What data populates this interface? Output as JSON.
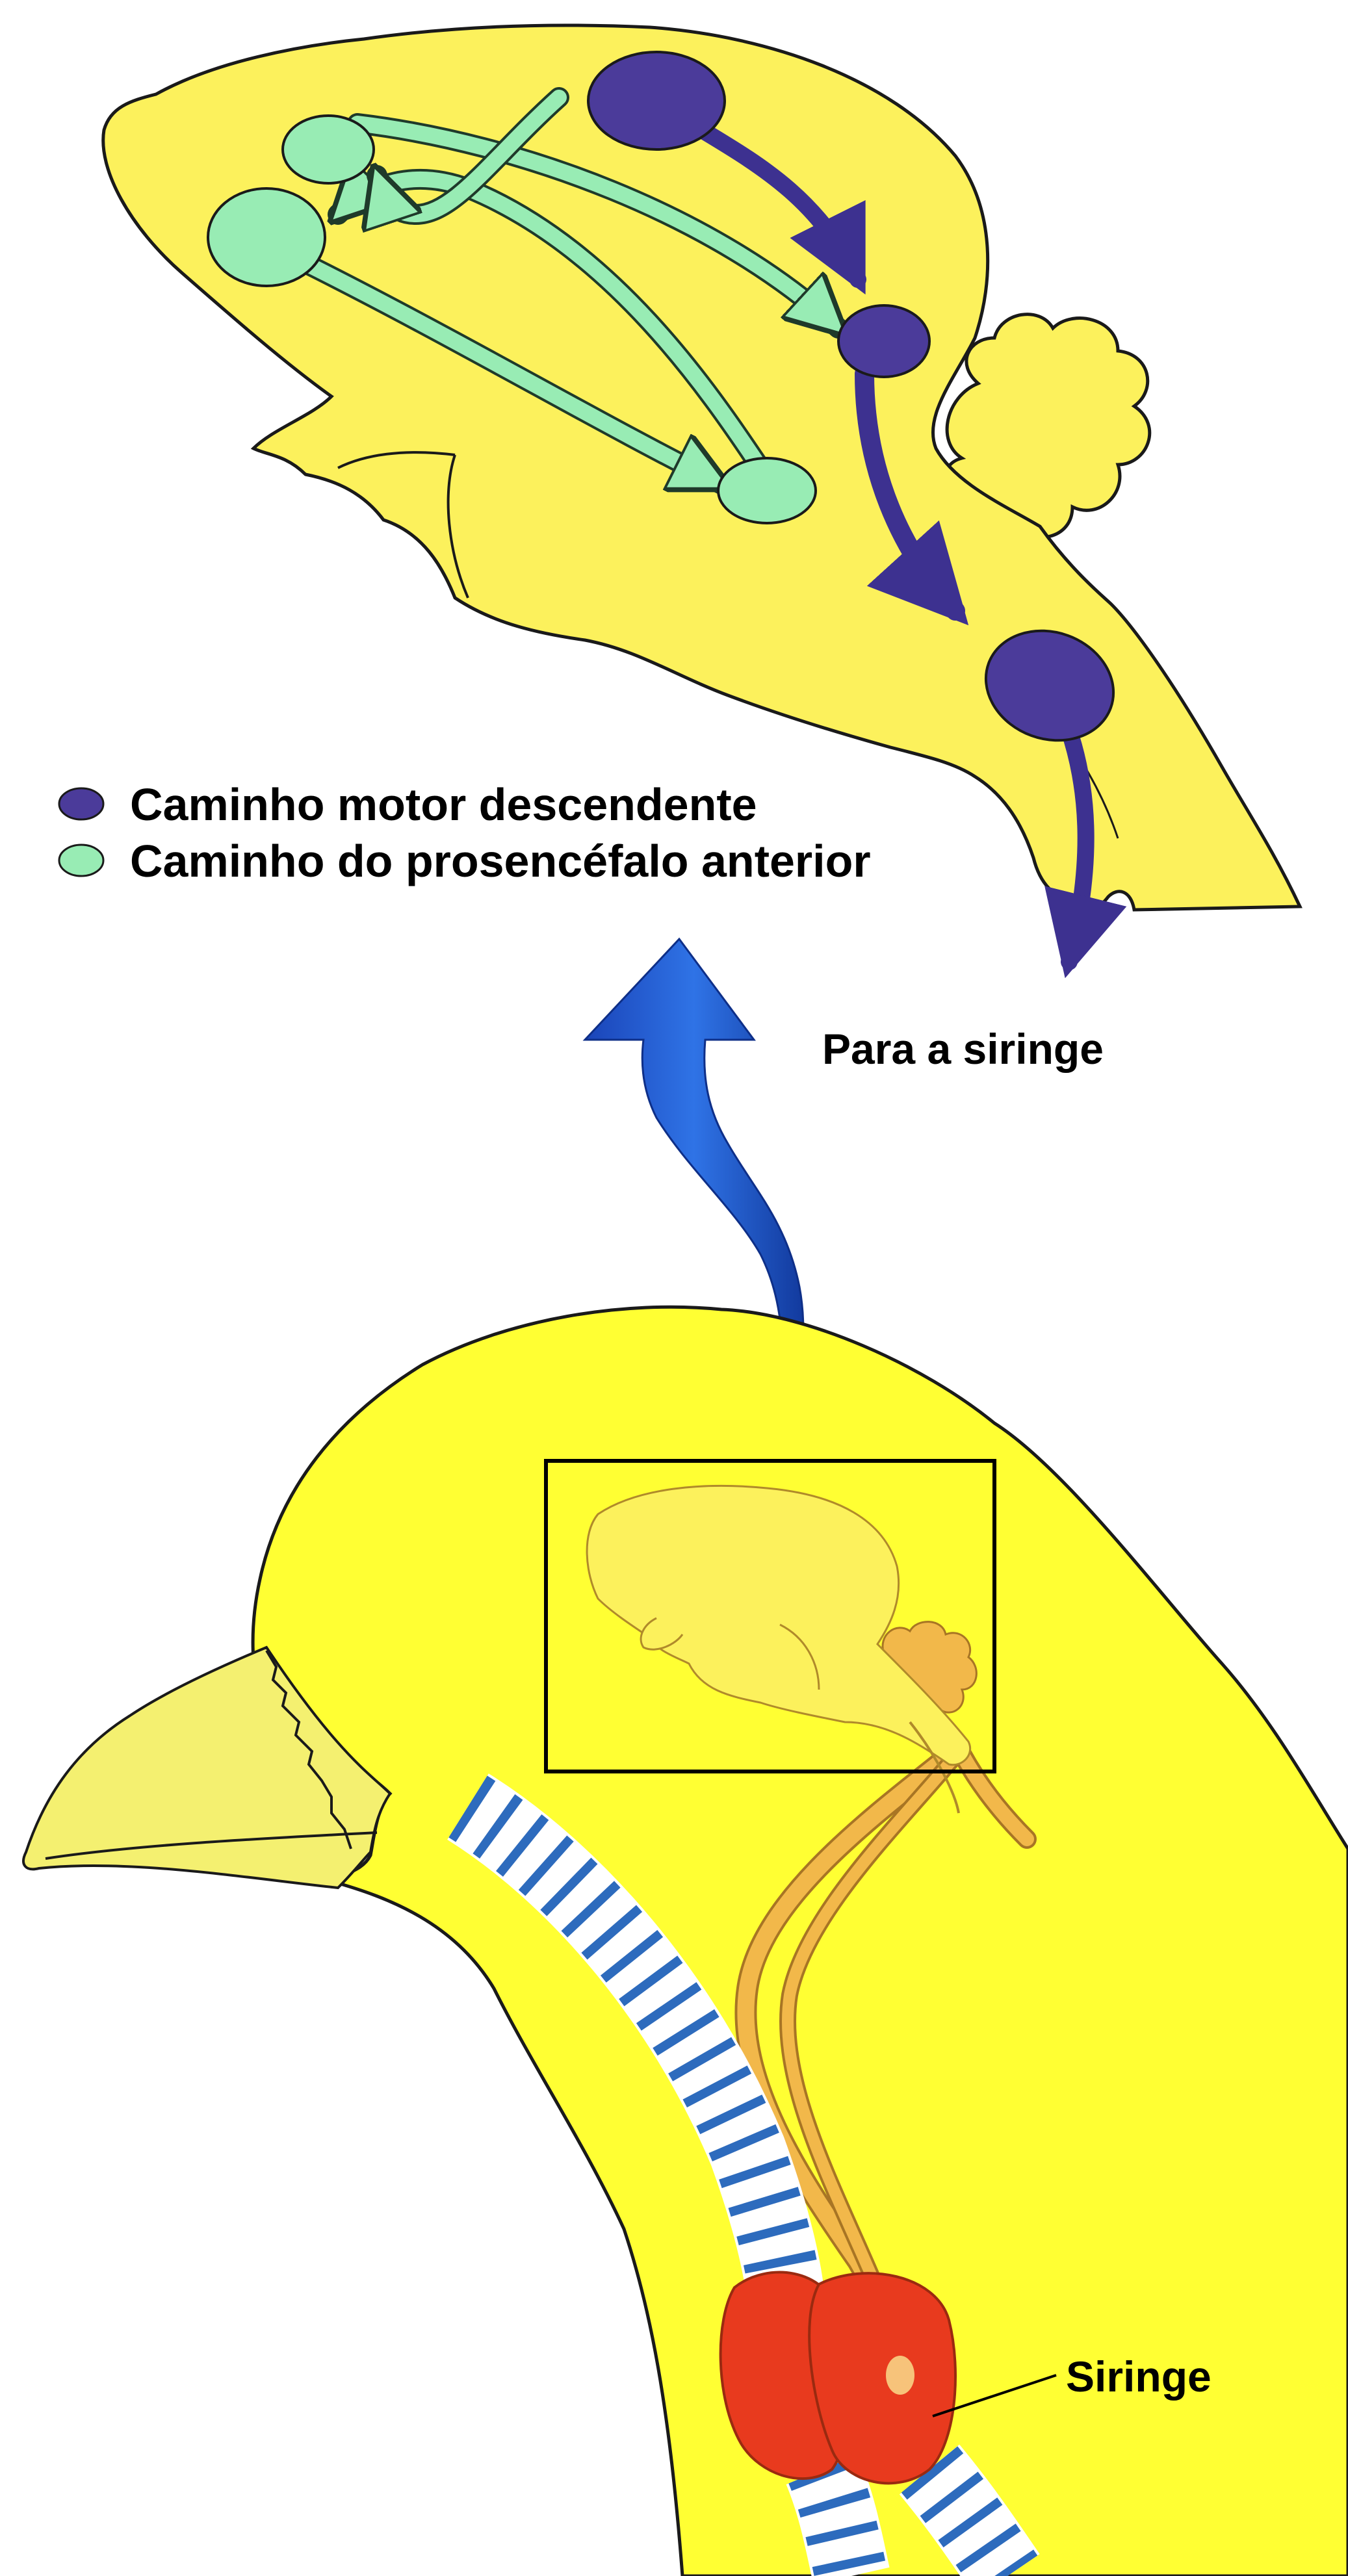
{
  "legend": {
    "items": [
      {
        "label": "Caminho motor descendente",
        "color": "#4b3b9a"
      },
      {
        "label": "Caminho do prosencéfalo anterior",
        "color": "#98ecb4"
      }
    ]
  },
  "labels": {
    "output_target": "Para a siringe",
    "syrinx": "Siringe"
  },
  "colors": {
    "background": "#ffffff",
    "bird_body": "#ffff33",
    "beak": "#f4f070",
    "brain": "#fcf15c",
    "nerve": "#f2b84a",
    "syrinx": "#e83a1e",
    "trachea_ring": "#2d6bbd",
    "zoom_arrow": "#1b56c9",
    "motor_nucleus": "#4b3b9a",
    "forebrain_nucleus": "#98ecb4"
  },
  "icons": {
    "zoom": "upward-arrow"
  }
}
